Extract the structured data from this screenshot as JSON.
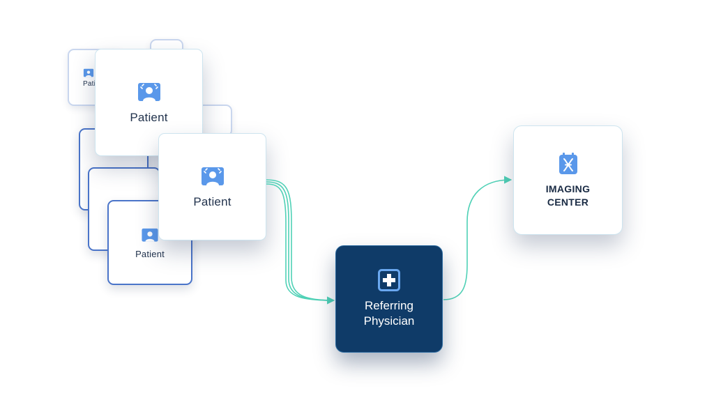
{
  "nodes": {
    "patient_label": "Patient",
    "patient_partial_label": "Pati",
    "physician_label": "Referring\nPhysician",
    "imaging_label": "IMAGING\nCENTER"
  },
  "icons": {
    "patient": "patient-icon",
    "physician": "medical-cross-icon",
    "imaging": "imaging-scan-icon"
  },
  "colors": {
    "icon_blue": "#5a98ea",
    "physician_fill": "#0f3b68",
    "connector": "#4fd1b6",
    "text_dark": "#22334d"
  }
}
